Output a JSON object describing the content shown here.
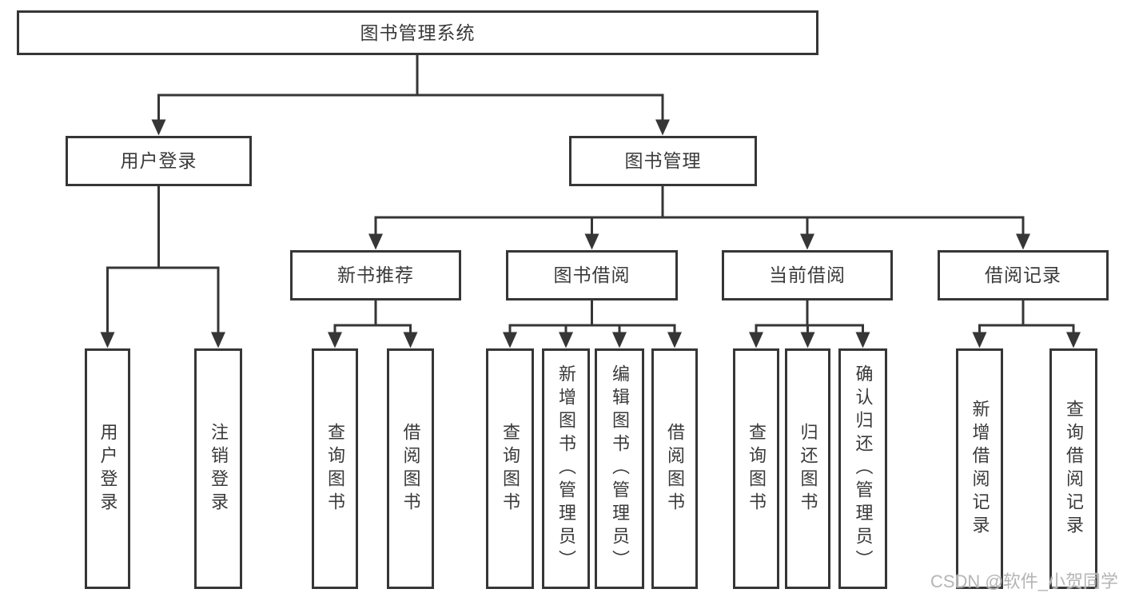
{
  "tree": {
    "label": "图书管理系统",
    "children": [
      {
        "label": "用户登录",
        "children": [
          {
            "label": "用户登录"
          },
          {
            "label": "注销登录"
          }
        ]
      },
      {
        "label": "图书管理",
        "children": [
          {
            "label": "新书推荐",
            "children": [
              {
                "label": "查询图书"
              },
              {
                "label": "借阅图书"
              }
            ]
          },
          {
            "label": "图书借阅",
            "children": [
              {
                "label": "查询图书"
              },
              {
                "label": "新增图书（管理员）"
              },
              {
                "label": "编辑图书（管理员）"
              },
              {
                "label": "借阅图书"
              }
            ]
          },
          {
            "label": "当前借阅",
            "children": [
              {
                "label": "查询图书"
              },
              {
                "label": "归还图书"
              },
              {
                "label": "确认归还（管理员）"
              }
            ]
          },
          {
            "label": "借阅记录",
            "children": [
              {
                "label": "新增借阅记录"
              },
              {
                "label": "查询借阅记录"
              }
            ]
          }
        ]
      }
    ]
  },
  "watermark": {
    "text": "CSDN @软件_小贺同学"
  },
  "colors": {
    "line": "#363636",
    "text": "#3a3a3a",
    "background": "#ffffff",
    "watermark": "#b5b5b5"
  }
}
